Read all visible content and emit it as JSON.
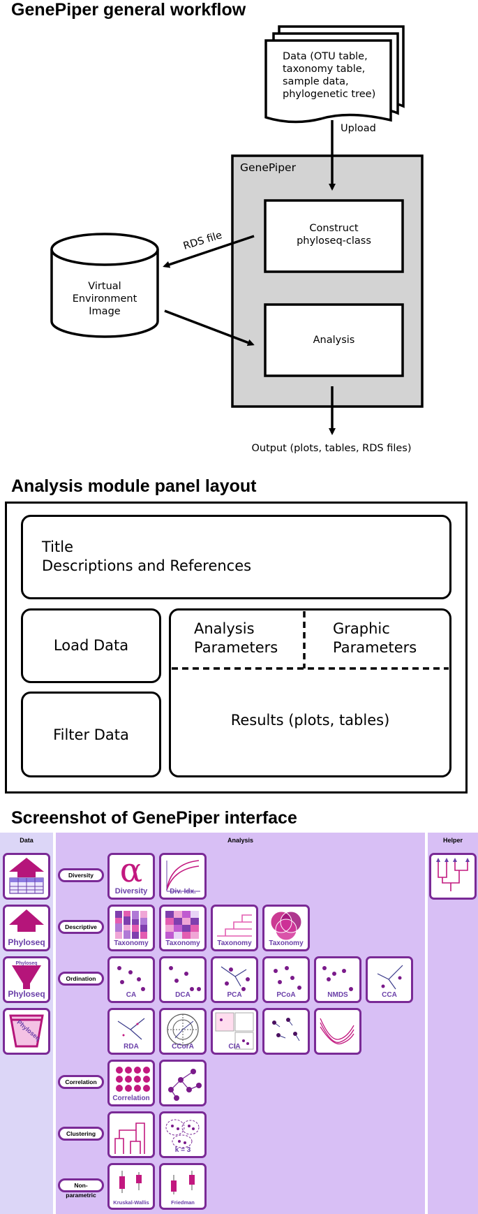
{
  "sections": {
    "workflow_title": "GenePiper general workflow",
    "layout_title": "Analysis module panel layout",
    "interface_title": "Screenshot of GenePiper interface"
  },
  "workflow": {
    "data_doc": "Data (OTU table, taxonomy table, sample data, phylogenetic tree)",
    "upload_label": "Upload",
    "genepiper_label": "GenePiper",
    "construct_box": "Construct phyloseq-class",
    "analysis_box": "Analysis",
    "rds_label": "RDS file",
    "vei_cylinder": "Virtual Environment Image",
    "output_label": "Output (plots, tables, RDS files)"
  },
  "layout": {
    "title_line": "Title",
    "desc_line": "Descriptions and References",
    "load_data": "Load Data",
    "filter_data": "Filter Data",
    "analysis_params": "Analysis Parameters",
    "graphic_params": "Graphic Parameters",
    "results": "Results (plots, tables)"
  },
  "interface": {
    "columns": {
      "data": "Data",
      "analysis": "Analysis",
      "helper": "Helper"
    },
    "colors": {
      "data_bg": "#dcd6f7",
      "analysis_bg": "#d8bff5",
      "tile_border": "#7a2a96",
      "accent": "#c2187f"
    },
    "categories": [
      "Diversity",
      "Descriptive",
      "Ordination",
      "Correlation",
      "Clustering",
      "Non-parametric"
    ],
    "data_tiles": {
      "table_icon": "table-upload-icon",
      "phyloseq1": "Phyloseq",
      "phyloseq2_top": "Phyloseq",
      "phyloseq2": "Phyloseq",
      "phyloseq3": "Phyloseq"
    },
    "diversity": {
      "alpha_glyph": "α",
      "alpha": "Diversity",
      "div_idx": "Div. Idx."
    },
    "descriptive": [
      "Taxonomy",
      "Taxonomy",
      "Taxonomy",
      "Taxonomy"
    ],
    "ordination": [
      "CA",
      "DCA",
      "PCA",
      "PCoA",
      "NMDS",
      "CCA",
      "RDA",
      "CCorA",
      "CIA"
    ],
    "correlation": "Correlation",
    "clustering_k": "k = 3",
    "nonparametric": [
      "Kruskal-Wallis",
      "Friedman"
    ]
  }
}
